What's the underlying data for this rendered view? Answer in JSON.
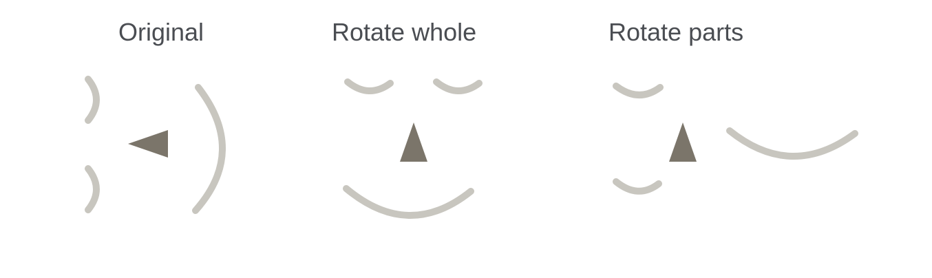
{
  "titles": {
    "original": "Original",
    "rotate_whole": "Rotate whole",
    "rotate_parts": "Rotate parts"
  },
  "colors": {
    "stroke_parts": "#c8c6bf",
    "nose": "#7b756a",
    "title_text": "#4a4d52",
    "background": "#ffffff"
  },
  "panels": [
    {
      "id": "original",
      "parts": [
        "eye-top",
        "eye-bottom",
        "nose",
        "mouth"
      ],
      "orientation": "rotated-sideways"
    },
    {
      "id": "rotate-whole",
      "parts": [
        "eye-left",
        "eye-right",
        "nose",
        "mouth"
      ],
      "orientation": "upright"
    },
    {
      "id": "rotate-parts",
      "parts": [
        "eye-top",
        "eye-bottom",
        "nose",
        "mouth"
      ],
      "orientation": "parts-upright-layout-sideways"
    }
  ]
}
